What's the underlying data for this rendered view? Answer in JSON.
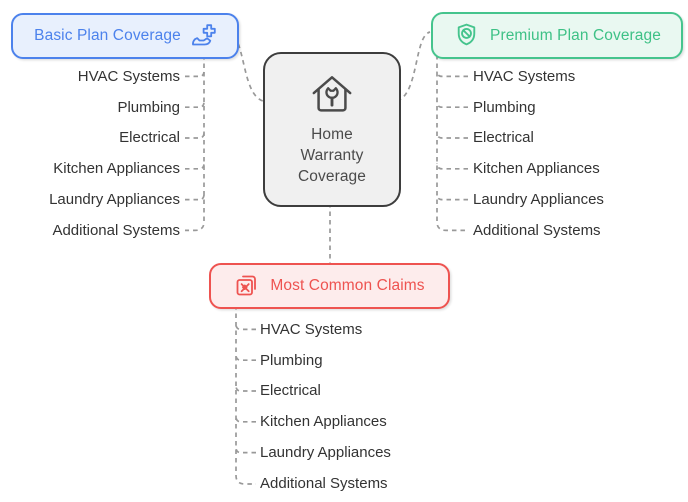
{
  "diagram_title": "Home Warranty Coverage",
  "center_node": {
    "icon": "house-wrench-icon",
    "lines": [
      "Home",
      "Warranty",
      "Coverage"
    ],
    "border_color": "#3d3d3d",
    "background": "#f0f0f0",
    "text_color": "#4b4b4b"
  },
  "branches": {
    "basic": {
      "label": "Basic Plan Coverage",
      "icon": "hand-plus-icon",
      "accent": "#4c82ec",
      "background": "#e8f0fd",
      "items": [
        "HVAC Systems",
        "Plumbing",
        "Electrical",
        "Kitchen Appliances",
        "Laundry Appliances",
        "Additional Systems"
      ]
    },
    "premium": {
      "label": "Premium Plan Coverage",
      "icon": "shield-icon",
      "accent": "#45c48d",
      "background": "#e9f8f1",
      "items": [
        "HVAC Systems",
        "Plumbing",
        "Electrical",
        "Kitchen Appliances",
        "Laundry Appliances",
        "Additional Systems"
      ]
    },
    "claims": {
      "label": "Most Common Claims",
      "icon": "claims-documents-icon",
      "accent": "#ee5350",
      "background": "#fdecec",
      "items": [
        "HVAC Systems",
        "Plumbing",
        "Electrical",
        "Kitchen Appliances",
        "Laundry Appliances",
        "Additional Systems"
      ]
    }
  },
  "connector_color": "#999999",
  "list_text_color": "#333333"
}
